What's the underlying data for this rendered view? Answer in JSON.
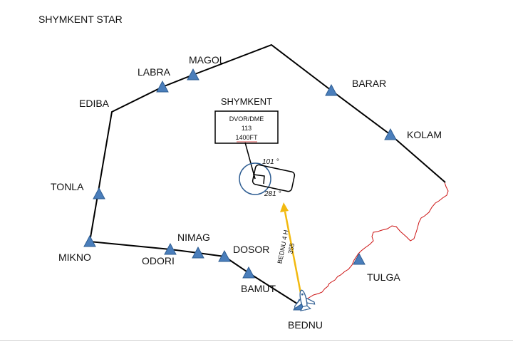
{
  "title": "SHYMKENT STAR",
  "navaid": {
    "name": "SHYMKENT",
    "type": "DVOR/DME",
    "frequency": "113",
    "altitude": "1400FT"
  },
  "holding": {
    "inbound": "101 °",
    "outbound": "281 °"
  },
  "route_label": {
    "line1": "BEDNU 4 H",
    "line2": "355"
  },
  "waypoints": {
    "magol": "MAGOL",
    "labra": "LABRA",
    "ediba": "EDIBA",
    "tonla": "TONLA",
    "mikno": "MIKNO",
    "odori": "ODORI",
    "nimag": "NIMAG",
    "dosor": "DOSOR",
    "bamut": "BAMUT",
    "bednu": "BEDNU",
    "tulga": "TULGA",
    "kolam": "KOLAM",
    "barar": "BARAR"
  },
  "colors": {
    "triangle_fill": "#4a7ebb",
    "triangle_stroke": "#2e5d92",
    "route_line": "#000000",
    "arrow": "#f2b90f",
    "border": "#cc1111",
    "vor_circle": "#2e5d92"
  },
  "icons": {
    "aircraft": "airplane-icon",
    "waypoint": "triangle-icon"
  }
}
